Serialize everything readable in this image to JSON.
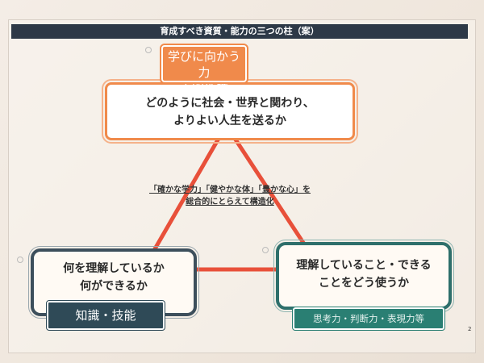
{
  "title": "育成すべき資質・能力の三つの柱（案）",
  "top": {
    "tag_lines": [
      "学びに向かう力",
      "人間性等"
    ],
    "main_lines": [
      "どのように社会・世界と関わり、",
      "よりよい人生を送るか"
    ]
  },
  "left": {
    "main_lines": [
      "何を理解しているか",
      "何ができるか"
    ],
    "tag": "知識・技能"
  },
  "right": {
    "main_lines": [
      "理解していること・できる",
      "ことをどう使うか"
    ],
    "tag": "思考力・判断力・表現力等"
  },
  "center_note": [
    "「確かな学力」「健やかな体」「豊かな心」を",
    "総合的にとらえて構造化"
  ],
  "page_number": "2",
  "colors": {
    "title_bar": "#2d3947",
    "orange": "#f08a4b",
    "line": "#e8503a",
    "navy": "#2f4a57",
    "teal": "#2a7f73"
  }
}
